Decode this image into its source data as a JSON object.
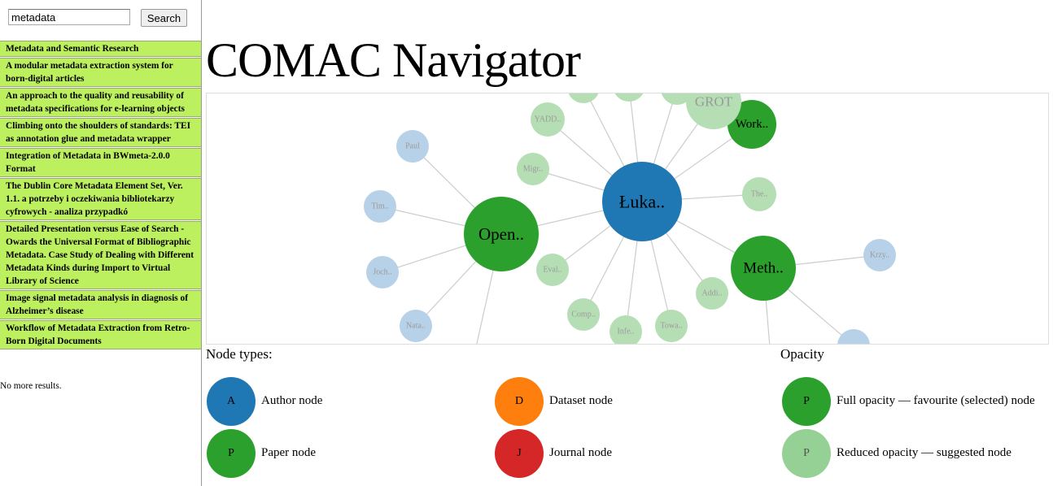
{
  "search": {
    "value": "metadata",
    "button_label": "Search"
  },
  "results": [
    "Metadata and Semantic Research",
    "A modular metadata extraction system for born-digital articles",
    "An approach to the quality and reusability of metadata specifications for e-learning objects",
    "Climbing onto the shoulders of standards: TEI as annotation glue and metadata wrapper",
    "Integration of Metadata in BWmeta-2.0.0 Format",
    "The Dublin Core Metadata Element Set, Ver. 1.1. a potrzeby i oczekiwania bibliotekarzy cyfrowych - analiza przypadkó",
    "Detailed Presentation versus Ease of Search - Owards the Universal Format of Bibliographic Metadata. Case Study of Dealing with Different Metadata Kinds during Import to Virtual Library of Science",
    "Image signal metadata analysis in diagnosis of Alzheimer’s disease",
    "Workflow of Metadata Extraction from Retro-Born Digital Documents"
  ],
  "no_more_results": "No more results.",
  "app_title": "COMAC Navigator",
  "colors": {
    "author": "#1f77b4",
    "paper": "#2ca02c",
    "dataset": "#ff7f0e",
    "journal": "#d62728",
    "suggested_author": "#b7d1e8",
    "suggested_paper": "#b5deb5",
    "edge": "#cccccc"
  },
  "graph": {
    "nodes": [
      {
        "id": "luka",
        "label": "Łuka..",
        "type": "author",
        "state": "favourite"
      },
      {
        "id": "open",
        "label": "Open..",
        "type": "paper",
        "state": "favourite"
      },
      {
        "id": "meth",
        "label": "Meth..",
        "type": "paper",
        "state": "favourite"
      },
      {
        "id": "work",
        "label": "Work..",
        "type": "paper",
        "state": "favourite"
      },
      {
        "id": "grot",
        "label": "GROT",
        "type": "paper",
        "state": "suggested"
      },
      {
        "id": "yadd",
        "label": "YADD..",
        "type": "paper",
        "state": "suggested"
      },
      {
        "id": "migr",
        "label": "Migr..",
        "type": "paper",
        "state": "suggested"
      },
      {
        "id": "the",
        "label": "The..",
        "type": "paper",
        "state": "suggested"
      },
      {
        "id": "eval",
        "label": "Eval..",
        "type": "paper",
        "state": "suggested"
      },
      {
        "id": "comp",
        "label": "Comp..",
        "type": "paper",
        "state": "suggested"
      },
      {
        "id": "infe",
        "label": "Infe..",
        "type": "paper",
        "state": "suggested"
      },
      {
        "id": "towa",
        "label": "Towa..",
        "type": "paper",
        "state": "suggested"
      },
      {
        "id": "addi",
        "label": "Addi..",
        "type": "paper",
        "state": "suggested"
      },
      {
        "id": "top1",
        "label": "",
        "type": "paper",
        "state": "suggested"
      },
      {
        "id": "top2",
        "label": "",
        "type": "paper",
        "state": "suggested"
      },
      {
        "id": "top3",
        "label": "",
        "type": "paper",
        "state": "suggested"
      },
      {
        "id": "paul",
        "label": "Paul",
        "type": "author",
        "state": "suggested"
      },
      {
        "id": "tim",
        "label": "Tim..",
        "type": "author",
        "state": "suggested"
      },
      {
        "id": "joch",
        "label": "Joch..",
        "type": "author",
        "state": "suggested"
      },
      {
        "id": "nata",
        "label": "Nata..",
        "type": "author",
        "state": "suggested"
      },
      {
        "id": "krzy",
        "label": "Krzy..",
        "type": "author",
        "state": "suggested"
      },
      {
        "id": "bauth",
        "label": "",
        "type": "author",
        "state": "suggested"
      },
      {
        "id": "bgray",
        "label": "",
        "type": "other",
        "state": "suggested"
      }
    ],
    "edges": [
      [
        "luka",
        "open"
      ],
      [
        "luka",
        "meth"
      ],
      [
        "luka",
        "work"
      ],
      [
        "luka",
        "grot"
      ],
      [
        "luka",
        "yadd"
      ],
      [
        "luka",
        "migr"
      ],
      [
        "luka",
        "the"
      ],
      [
        "luka",
        "eval"
      ],
      [
        "luka",
        "comp"
      ],
      [
        "luka",
        "infe"
      ],
      [
        "luka",
        "towa"
      ],
      [
        "luka",
        "addi"
      ],
      [
        "luka",
        "top1"
      ],
      [
        "luka",
        "top2"
      ],
      [
        "luka",
        "top3"
      ],
      [
        "open",
        "paul"
      ],
      [
        "open",
        "tim"
      ],
      [
        "open",
        "joch"
      ],
      [
        "open",
        "nata"
      ],
      [
        "open",
        "bgray"
      ],
      [
        "meth",
        "krzy"
      ],
      [
        "meth",
        "bauth"
      ],
      [
        "meth",
        "bdown"
      ],
      [
        "work",
        "grot"
      ]
    ]
  },
  "legend": {
    "node_types_heading": "Node types:",
    "opacity_heading": "Opacity",
    "items": [
      {
        "letter": "A",
        "label": "Author node",
        "color": "#1f77b4"
      },
      {
        "letter": "D",
        "label": "Dataset node",
        "color": "#ff7f0e"
      },
      {
        "letter": "P",
        "label": "Paper node",
        "color": "#2ca02c"
      },
      {
        "letter": "J",
        "label": "Journal node",
        "color": "#d62728"
      }
    ],
    "opacity_items": [
      {
        "letter": "P",
        "label": "Full opacity — favourite (selected) node",
        "color": "#2ca02c"
      },
      {
        "letter": "P",
        "label": "Reduced opacity — suggested node",
        "color": "#95d095"
      }
    ]
  }
}
